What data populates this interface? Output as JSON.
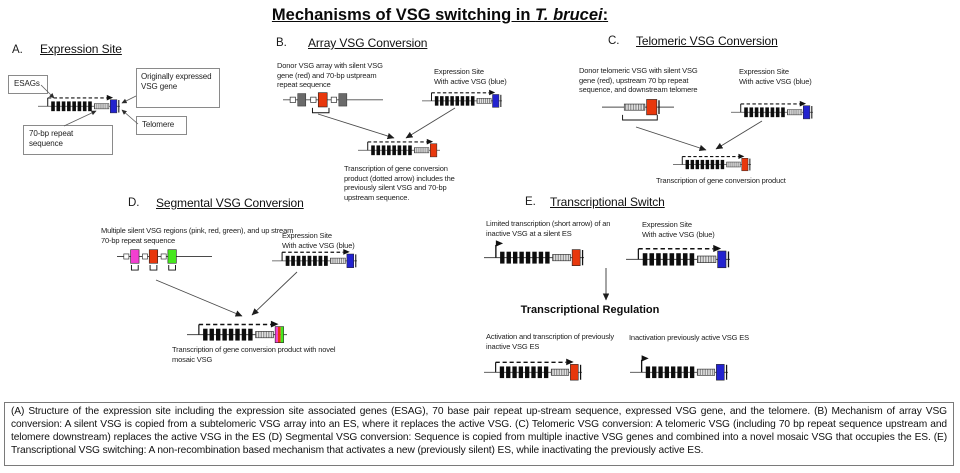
{
  "title": {
    "prefix": "Mechanisms of VSG switching in ",
    "species": "T. brucei",
    "suffix": ":"
  },
  "colors": {
    "red": "#e8380d",
    "blue": "#2323cf",
    "pink": "#f23fd0",
    "green": "#46e81e",
    "gray": "#6a6a6a",
    "line": "#4a4a4a"
  },
  "panels": {
    "a": {
      "label": "A.",
      "heading": "Expression Site",
      "callout_esags": "ESAGs",
      "callout_vsg_gene": "Originally expressed\nVSG gene",
      "callout_repeat": "70-bp repeat  sequence",
      "callout_telomere": "Telomere"
    },
    "b": {
      "label": "B.",
      "heading": "Array VSG Conversion",
      "donor_label": "Donor VSG array with silent VSG gene (red) and 70-bp ustpream repeat sequence",
      "es_label": "Expression Site\nWith active VSG (blue)",
      "product_label": "Transcription of gene conversion product (dotted arrow) includes the previously silent VSG and 70-bp upstream sequence."
    },
    "c": {
      "label": "C.",
      "heading": "Telomeric VSG Conversion",
      "donor_label": "Donor telomeric VSG with silent VSG gene (red), upstream 70 bp repeat sequence, and downstream telomere",
      "es_label": "Expression Site\nWith active VSG (blue)",
      "product_label": "Transcription of gene conversion product"
    },
    "d": {
      "label": "D.",
      "heading": "Segmental VSG Conversion",
      "donor_label": "Multiple silent VSG regions (pink, red, green), and up stream 70-bp repeat sequence",
      "es_label": "Expression Site\nWith active VSG (blue)",
      "product_label": "Transcription of gene conversion product with novel mosaic VSG"
    },
    "e": {
      "label": "E.",
      "heading": "Transcriptional Switch",
      "silent_label": "Limited transcription (short arrow) of an inactive VSG at a silent ES",
      "es_label": "Expression Site\nWith active VSG (blue)",
      "regulation_label": "Transcriptional Regulation",
      "activation_label": "Activation and transcription of previously inactive VSG ES",
      "inactivation_label": "Inactivation previously active VSG ES"
    }
  },
  "caption": "(A) Structure of the expression site including the expression site associated genes (ESAG), 70 base pair repeat up-stream sequence, expressed VSG gene, and the telomere.  (B) Mechanism of array VSG conversion:  A silent VSG is copied from a subtelomeric VSG array into an ES, where it replaces the active VSG. (C) Telomeric VSG conversion:  A telomeric VSG (including 70 bp repeat sequence upstream and telomere downstream) replaces the active VSG in the ES (D) Segmental VSG conversion:  Sequence is copied from multiple inactive VSG genes and combined into a novel mosaic VSG that occupies the ES.    (E) Transcriptional VSG switching:  A non-recombination based mechanism that activates a new (previously silent) ES, while inactivating the previously active ES."
}
